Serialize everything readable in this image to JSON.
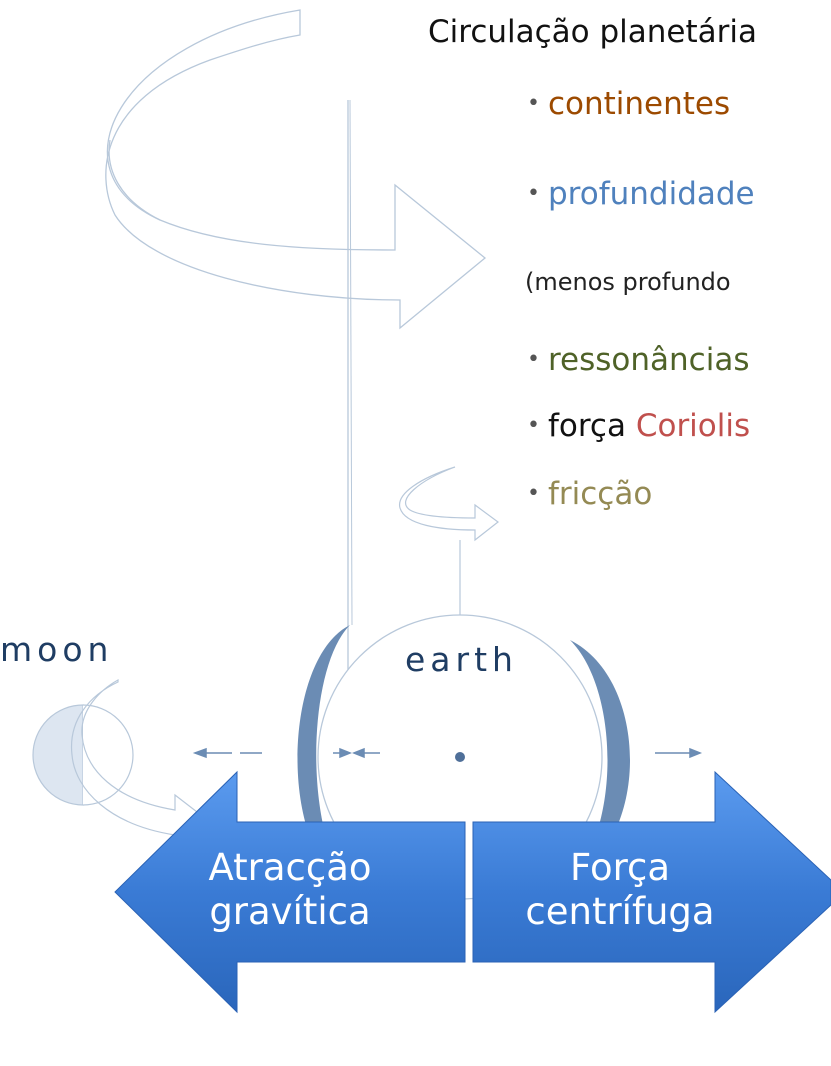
{
  "title": "Circulação planetária",
  "bullets": [
    {
      "text": "continentes",
      "color": "#9c4a00"
    },
    {
      "text": "profundidade",
      "color": "#4f81bd"
    },
    {
      "text": "ressonâncias",
      "color": "#4f6228"
    },
    {
      "prefix": "força ",
      "text": "Coriolis",
      "color": "#c0504d"
    },
    {
      "text": "fricção",
      "color": "#948a54"
    }
  ],
  "note": "(menos profundo",
  "labels": {
    "moon": "moon",
    "earth": "earth"
  },
  "arrows": {
    "left": {
      "line1": "Atracção",
      "line2": "gravítica"
    },
    "right": {
      "line1": "Força",
      "line2": "centrífuga"
    }
  },
  "colors": {
    "arrow_blue": "#3b7dd8",
    "bulge": "#6b8cb4",
    "outline": "#b8c8da"
  }
}
